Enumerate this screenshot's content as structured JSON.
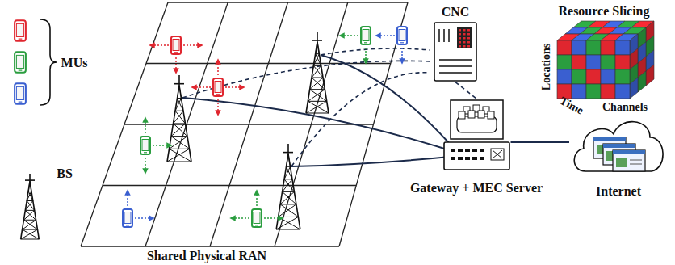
{
  "diagram": {
    "nodes": [
      {
        "text": [
          "CNC"
        ]
      },
      {
        "text": [
          "Gateway + MEC Server"
        ]
      },
      {
        "text": [
          "Internet"
        ]
      }
    ],
    "edges": [
      {
        "from": 0,
        "to": 1,
        "arrow": "none"
      },
      {
        "from": 1,
        "to": 2,
        "arrow": "none"
      }
    ],
    "labels": [
      "MUs",
      "BS",
      "Shared Physical RAN",
      "Resource Slicing",
      "Locations",
      "Time",
      "Channels"
    ]
  }
}
